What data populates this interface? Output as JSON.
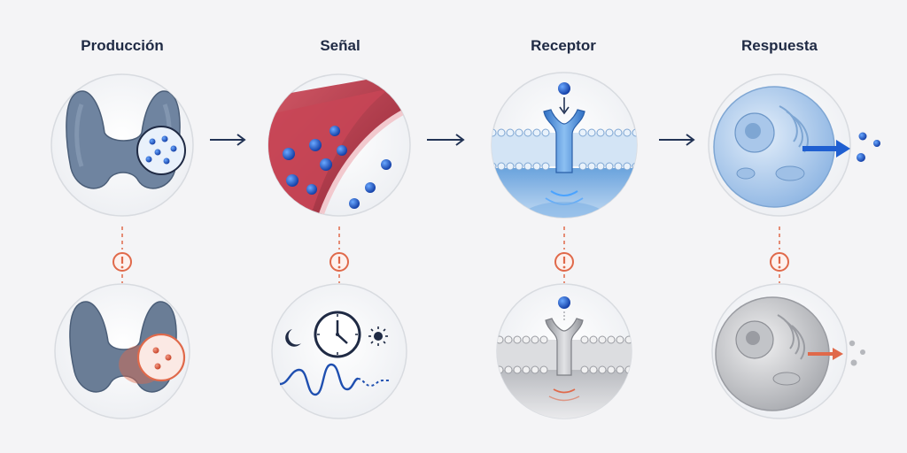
{
  "stages": [
    {
      "title": "Producción",
      "icon_top": "thyroid-gland-normal",
      "icon_bottom": "thyroid-gland-impaired"
    },
    {
      "title": "Señal",
      "icon_top": "blood-vessel-hormones",
      "icon_bottom": "circadian-clock-waveform"
    },
    {
      "title": "Receptor",
      "icon_top": "membrane-receptor-binding",
      "icon_bottom": "membrane-receptor-inactive"
    },
    {
      "title": "Respuesta",
      "icon_top": "cell-response-active",
      "icon_bottom": "cell-response-reduced"
    }
  ],
  "flow_arrow_icon": "arrow-right-icon",
  "warning_icon": "exclamation-warning-icon",
  "colors": {
    "title": "#1f2a44",
    "hormone_blue": "#1f5fd1",
    "warning_orange": "#e0694a",
    "circle_fill": "#f7f8fa",
    "circle_border": "#d8dbe0",
    "thyroid": "#6a7f99",
    "vessel": "#b83a4a",
    "receptor": "#4a8fd8",
    "cell_blue": "#b9d3ee",
    "cell_gray": "#c9cbcf",
    "arrow_dark": "#223355"
  }
}
